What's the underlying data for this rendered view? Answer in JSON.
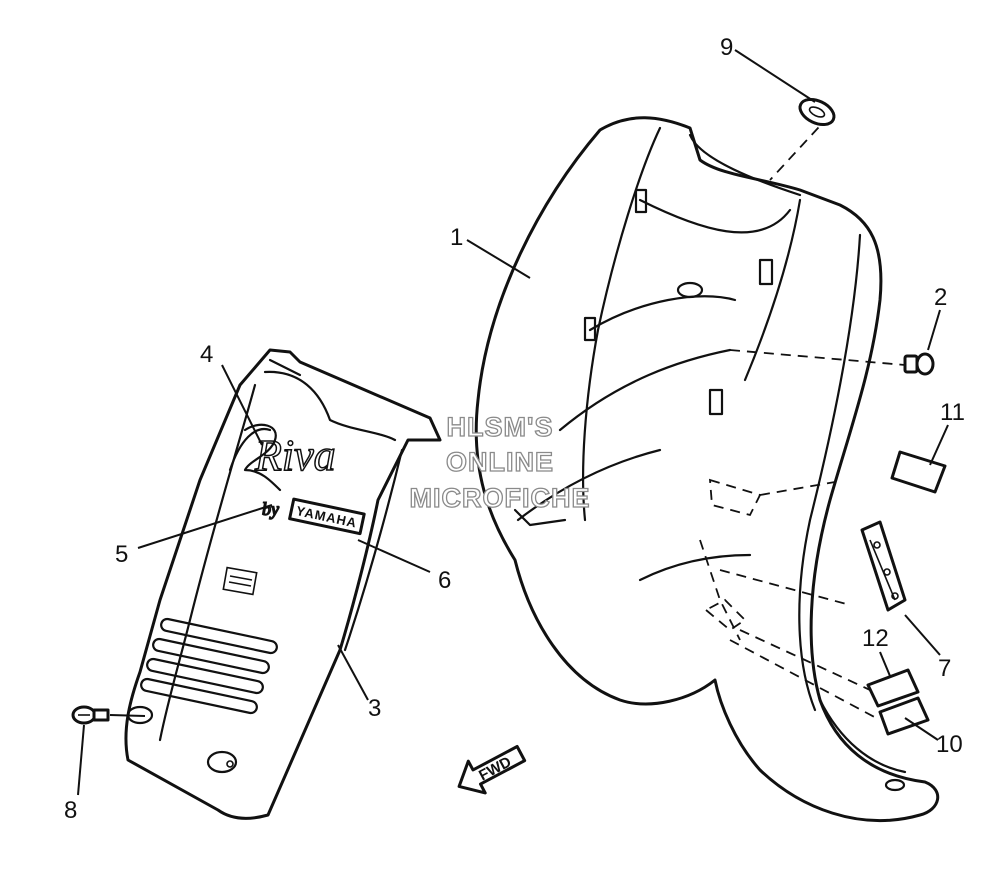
{
  "callouts": {
    "c1": "1",
    "c2": "2",
    "c3": "3",
    "c4": "4",
    "c5": "5",
    "c6": "6",
    "c7": "7",
    "c8": "8",
    "c9": "9",
    "c10": "10",
    "c11": "11",
    "c12": "12"
  },
  "watermark": {
    "line1": "HLSM'S",
    "line2": "ONLINE",
    "line3": "MICROFICHE"
  },
  "direction_arrow": {
    "label": "FWD"
  },
  "emblem": {
    "script": "Riva",
    "by": "by",
    "brand": "YAMAHA"
  }
}
